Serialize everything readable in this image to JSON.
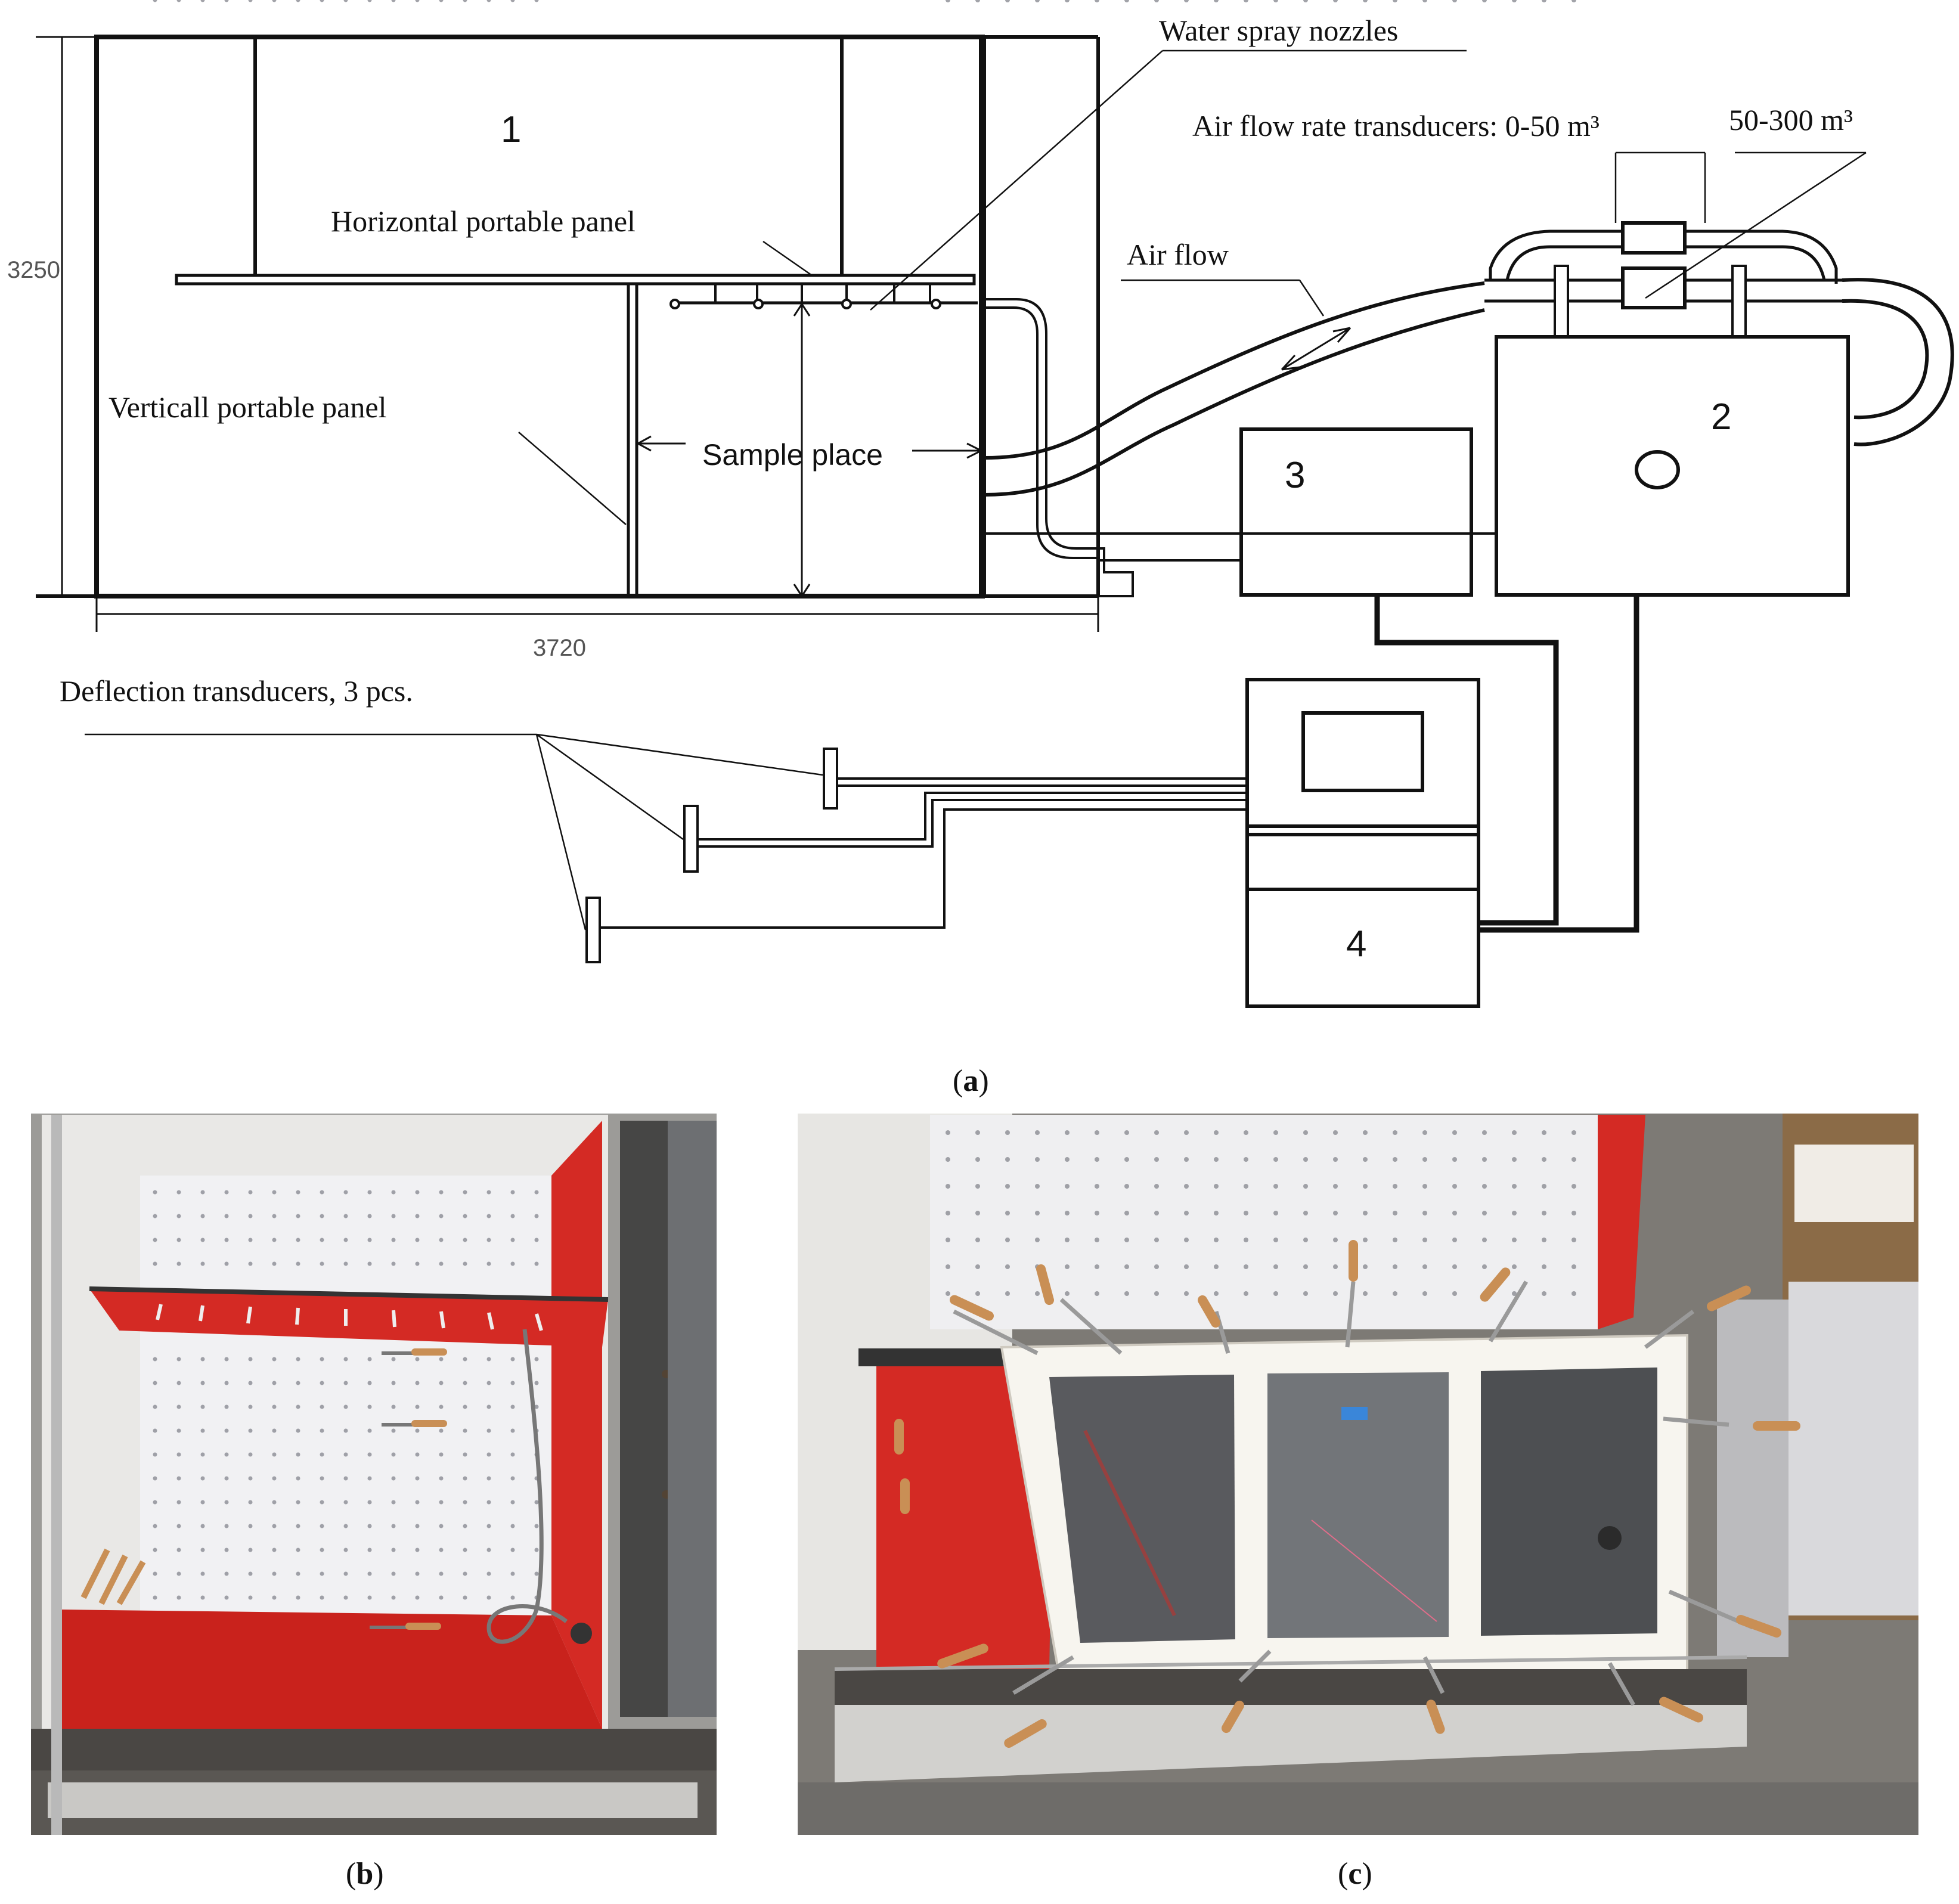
{
  "diagram": {
    "dimensions": {
      "height": "3250",
      "width": "3720"
    },
    "labels": {
      "water_spray_nozzles": "Water spray nozzles",
      "air_flow_rate_transducers": "Air flow rate transducers: 0-50 m³",
      "range_high": "50-300 m³",
      "horizontal_panel": "Horizontal portable panel",
      "air_flow": "Air flow",
      "vertical_panel": "Verticall portable panel",
      "sample_place": "Sample place",
      "deflection_transducers": "Deflection transducers, 3 pcs."
    },
    "units": [
      "1",
      "2",
      "3",
      "4"
    ]
  },
  "captions": {
    "a": "a",
    "b": "b",
    "c": "c"
  },
  "photos": {
    "b": {
      "name": "empty test chamber photo"
    },
    "c": {
      "name": "window sample mounted in test chamber photo"
    }
  },
  "colors": {
    "chamber_red": "#d42a24",
    "pegboard": "#f1f1f3",
    "floor": "#4a4744",
    "wood_handle": "#c98f55"
  }
}
